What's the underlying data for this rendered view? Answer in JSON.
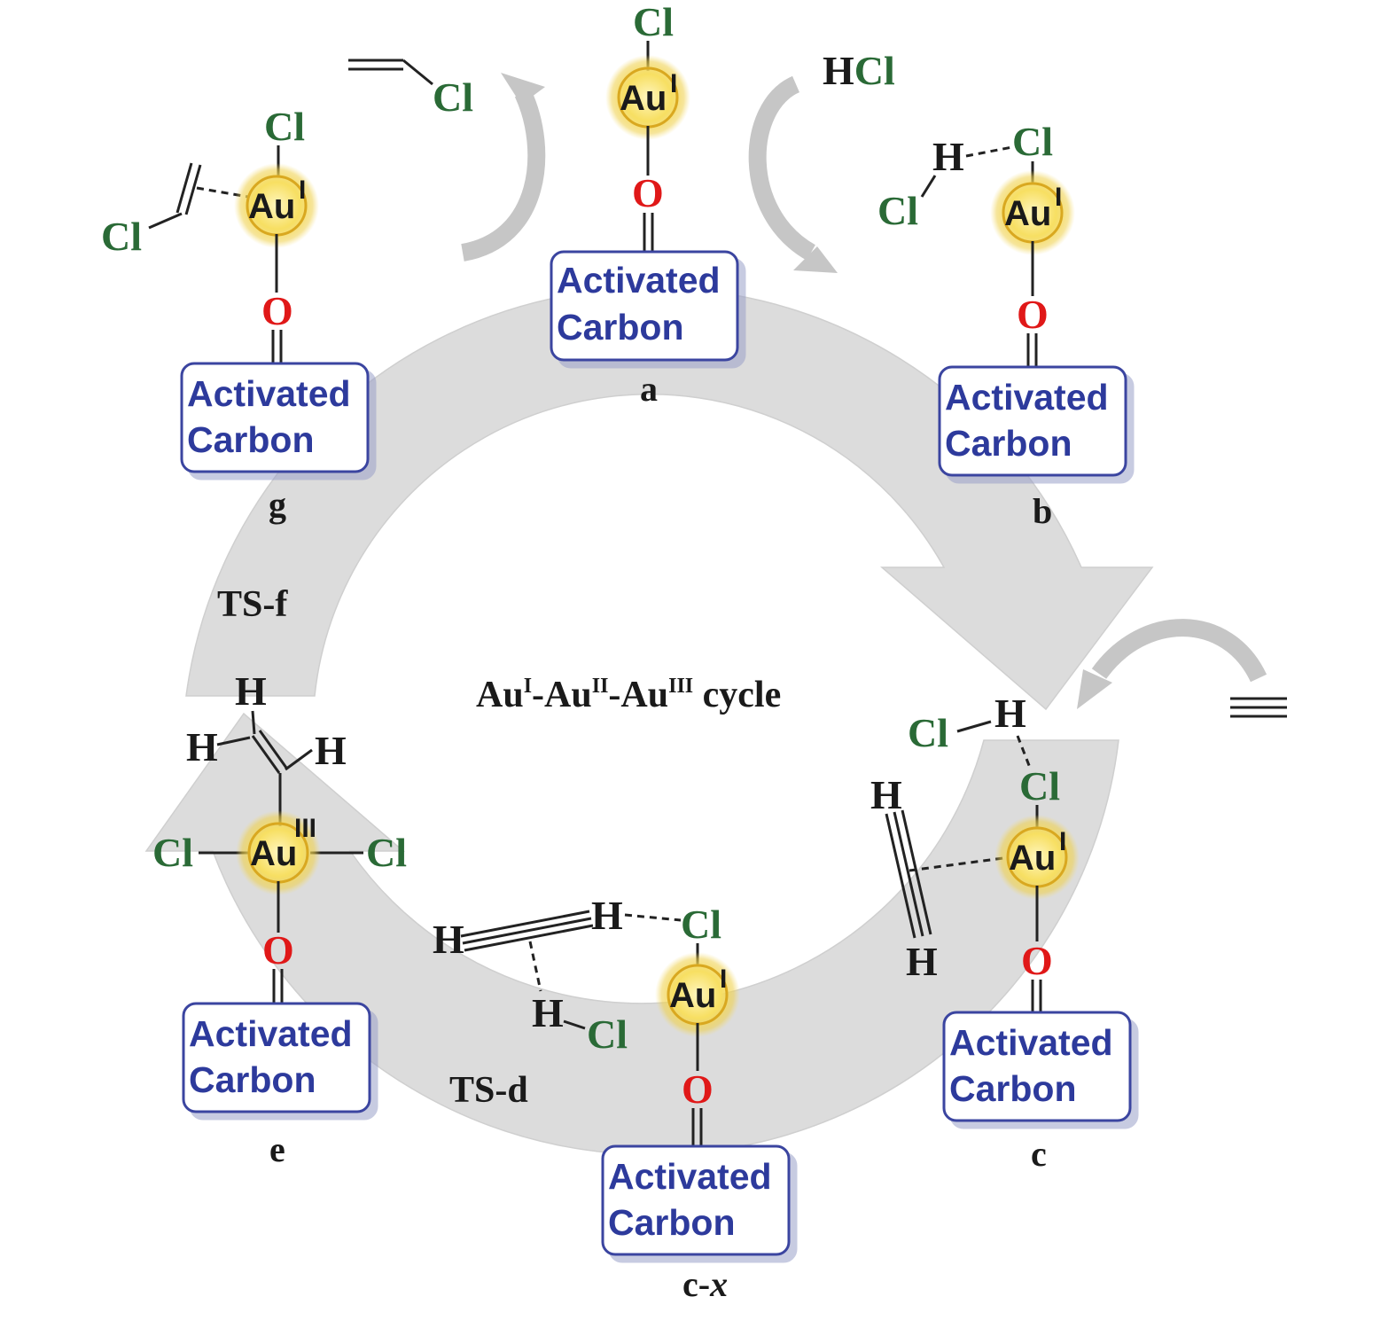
{
  "cycle_title": {
    "base": "Au",
    "s1": "I",
    "mid1": "-Au",
    "s2": "II",
    "mid2": "-Au",
    "s3": "III",
    "tail": " cycle"
  },
  "support_line1": "Activated",
  "support_line2": "Carbon",
  "gold_symbol": "Au",
  "oxidation_states": {
    "one": "I",
    "three": "III"
  },
  "atoms": {
    "cl": "Cl",
    "o": "O",
    "h": "H"
  },
  "reagents": {
    "hcl": {
      "h": "H",
      "cl": "Cl"
    },
    "vinyl_chloride_cl": "Cl"
  },
  "stages": {
    "a": "a",
    "b": "b",
    "c": "c",
    "cx": "c-",
    "cx_italic": "x",
    "e": "e",
    "g": "g"
  },
  "transition_states": {
    "ts_f": "TS-f",
    "ts_d": "TS-d"
  },
  "colors": {
    "chlorine": "#2a6a36",
    "oxygen": "#e01818",
    "support_text": "#2d3a9c",
    "arrow_grey": "#dcdcdc",
    "gold_glow": "#f2d34a"
  }
}
